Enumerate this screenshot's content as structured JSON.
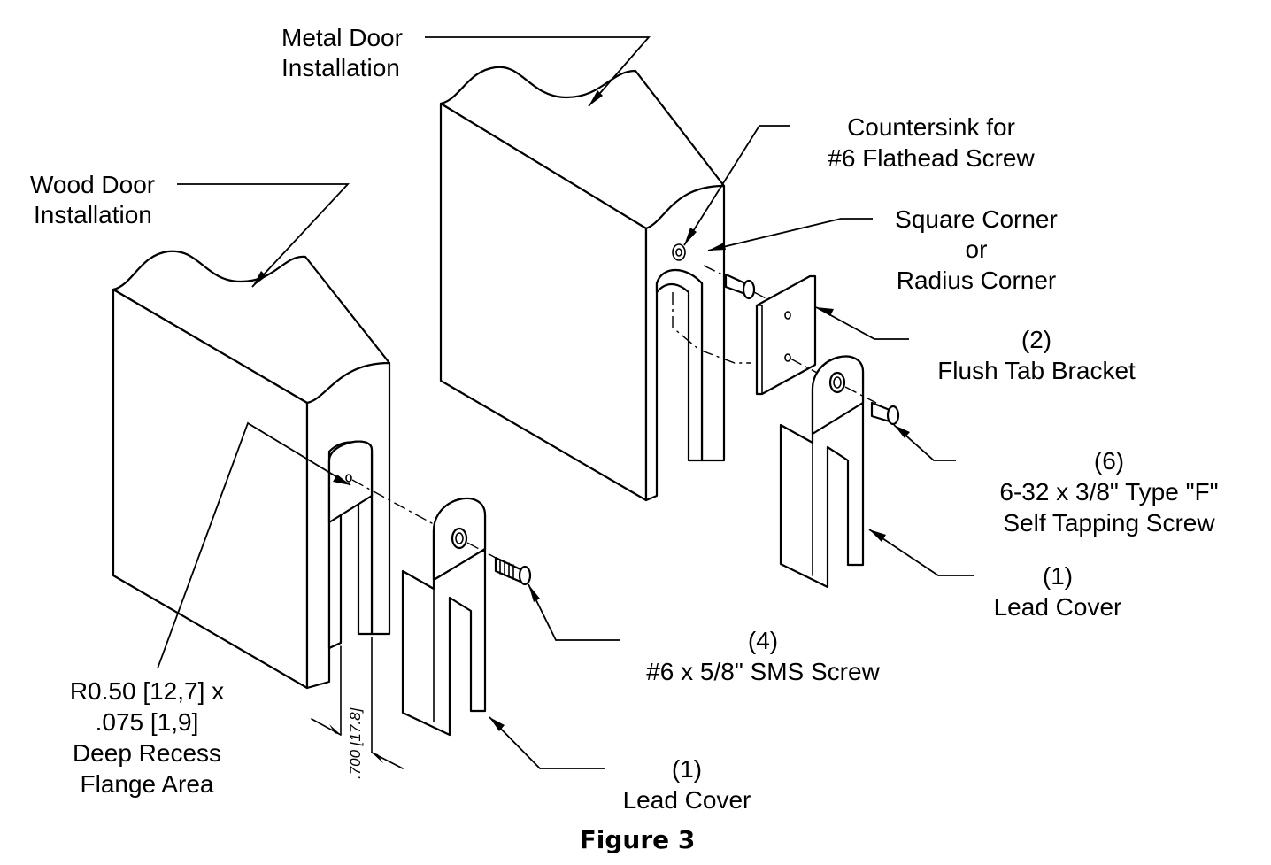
{
  "labels": {
    "metal_door": [
      "Metal Door",
      "Installation"
    ],
    "wood_door": [
      "Wood Door",
      "Installation"
    ],
    "countersink": [
      "Countersink for",
      "#6 Flathead Screw"
    ],
    "corner": [
      "Square Corner",
      "or",
      "Radius Corner"
    ],
    "bracket": [
      "(2)",
      "Flush Tab Bracket"
    ],
    "type_f_screw": [
      "(6)",
      "6-32 x 3/8\" Type \"F\"",
      "Self Tapping Screw"
    ],
    "lead_cover_right": [
      "(1)",
      "Lead Cover"
    ],
    "sms_screw": [
      "(4)",
      "#6 x 5/8\" SMS Screw"
    ],
    "lead_cover_left": [
      "(1)",
      "Lead Cover"
    ],
    "recess": [
      "R0.50 [12,7] x",
      ".075 [1,9]",
      "Deep Recess",
      "Flange Area"
    ],
    "dimension": ".700 [17.8]"
  },
  "caption": "Figure 3"
}
